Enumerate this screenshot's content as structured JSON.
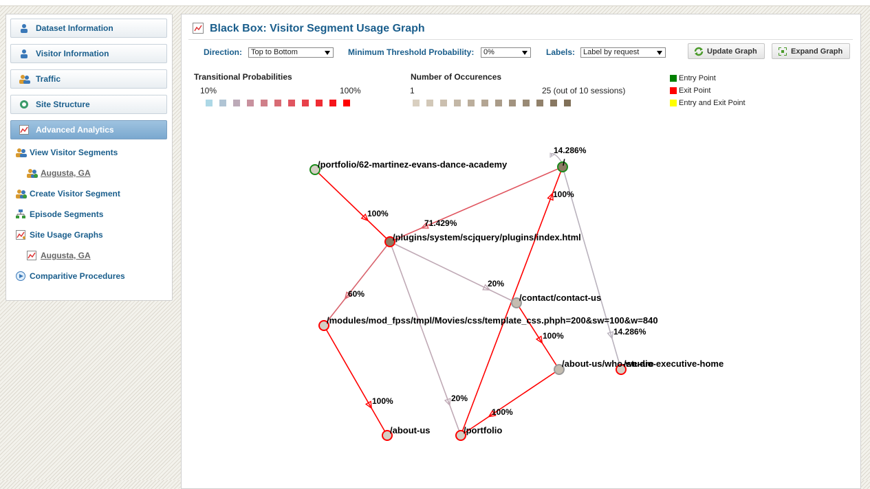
{
  "sidebar": {
    "buttons": [
      {
        "label": "Dataset Information",
        "icon": "user-icon"
      },
      {
        "label": "Visitor Information",
        "icon": "user-icon"
      },
      {
        "label": "Traffic",
        "icon": "users-icon"
      },
      {
        "label": "Site Structure",
        "icon": "site-structure-icon"
      },
      {
        "label": "Advanced Analytics",
        "icon": "chart-icon",
        "active": true
      }
    ],
    "links": [
      {
        "label": "View Visitor Segments",
        "icon": "users-icon"
      },
      {
        "label": "Augusta, GA",
        "icon": "users-add-icon",
        "sub": true
      },
      {
        "label": "Create Visitor Segment",
        "icon": "users-add-icon"
      },
      {
        "label": "Episode Segments",
        "icon": "hierarchy-icon"
      },
      {
        "label": "Site Usage Graphs",
        "icon": "graph-icon"
      },
      {
        "label": "Augusta, GA",
        "icon": "graph-icon",
        "sub": true
      },
      {
        "label": "Comparitive Procedures",
        "icon": "play-icon"
      }
    ]
  },
  "main": {
    "title": "Black Box: Visitor Segment Usage Graph",
    "controls": {
      "direction_label": "Direction:",
      "direction_value": "Top to Bottom",
      "threshold_label": "Minimum Threshold Probability:",
      "threshold_value": "0%",
      "labels_label": "Labels:",
      "labels_value": "Label by request",
      "update_button": "Update Graph",
      "expand_button": "Expand Graph"
    },
    "legend": {
      "trans_title": "Transitional Probabilities",
      "trans_min": "10%",
      "trans_max": "100%",
      "trans_colors": [
        "#add8e6",
        "#b0c4d4",
        "#bcaab8",
        "#c8919e",
        "#cf7f89",
        "#d86b74",
        "#e05560",
        "#e8414a",
        "#ef2c33",
        "#f5141a",
        "#ff0000"
      ],
      "occ_title": "Number of Occurences",
      "occ_min": "1",
      "occ_max": "25 (out of 10 sessions)",
      "occ_colors": [
        "#d9cfc0",
        "#d2c8b8",
        "#cbbfaf",
        "#c3b7a6",
        "#bbae9c",
        "#b3a593",
        "#aa9c89",
        "#a2937f",
        "#998a75",
        "#91816b",
        "#887861",
        "#807058"
      ],
      "entry_label": "Entry Point",
      "exit_label": "Exit Point",
      "both_label": "Entry and Exit Point",
      "entry_color": "#008000",
      "exit_color": "#ff0000",
      "both_color": "#ffff00"
    }
  },
  "chart_data": {
    "type": "network",
    "nodes": [
      {
        "id": "portfolio62",
        "label": "/portfolio/62-martinez-evans-dance-academy",
        "role": "entry",
        "fill": "#d4cfc4"
      },
      {
        "id": "root",
        "label": "/",
        "role": "entry",
        "fill": "#8c7b63"
      },
      {
        "id": "scjquery",
        "label": "/plugins/system/scjquery/plugins/index.html",
        "role": "exit",
        "fill": "#8c7b63"
      },
      {
        "id": "contact",
        "label": "/contact/contact-us",
        "role": "none",
        "fill": "#c4bcb0"
      },
      {
        "id": "modules",
        "label": "/modules/mod_fpss/tmpl/Movies/css/template_css.phph=200&sw=100&w=840",
        "role": "exit",
        "fill": "#d4cfc4"
      },
      {
        "id": "whoweare",
        "label": "/about-us/who-we-are",
        "role": "none",
        "fill": "#c4bcb0"
      },
      {
        "id": "studio",
        "label": "/studio-executive-home",
        "role": "exit",
        "fill": "#d4cfc4"
      },
      {
        "id": "aboutus",
        "label": "/about-us",
        "role": "exit",
        "fill": "#d4cfc4"
      },
      {
        "id": "portfolio",
        "label": "/portfolio",
        "role": "exit",
        "fill": "#d4cfc4"
      }
    ],
    "edges": [
      {
        "from": "portfolio62",
        "to": "scjquery",
        "label": "100%",
        "color": "#ff0000"
      },
      {
        "from": "root",
        "to": "scjquery",
        "label": "71.429%",
        "color": "#e0555f"
      },
      {
        "from": "root",
        "to": "studio",
        "label": "14.286%",
        "color": "#b9b2bd"
      },
      {
        "from": "root",
        "to": "root",
        "label": "14.286%",
        "color": "#b9b2bd"
      },
      {
        "from": "portfolio",
        "to": "root",
        "label": "100%",
        "color": "#ff0000"
      },
      {
        "from": "scjquery",
        "to": "modules",
        "label": "60%",
        "color": "#d8636d"
      },
      {
        "from": "scjquery",
        "to": "contact",
        "label": "20%",
        "color": "#bfa9b5"
      },
      {
        "from": "scjquery",
        "to": "portfolio",
        "label": "20%",
        "color": "#bfa9b5"
      },
      {
        "from": "contact",
        "to": "whoweare",
        "label": "100%",
        "color": "#ff0000"
      },
      {
        "from": "modules",
        "to": "aboutus",
        "label": "100%",
        "color": "#ff0000"
      },
      {
        "from": "whoweare",
        "to": "portfolio",
        "label": "100%",
        "color": "#ff0000"
      }
    ]
  }
}
